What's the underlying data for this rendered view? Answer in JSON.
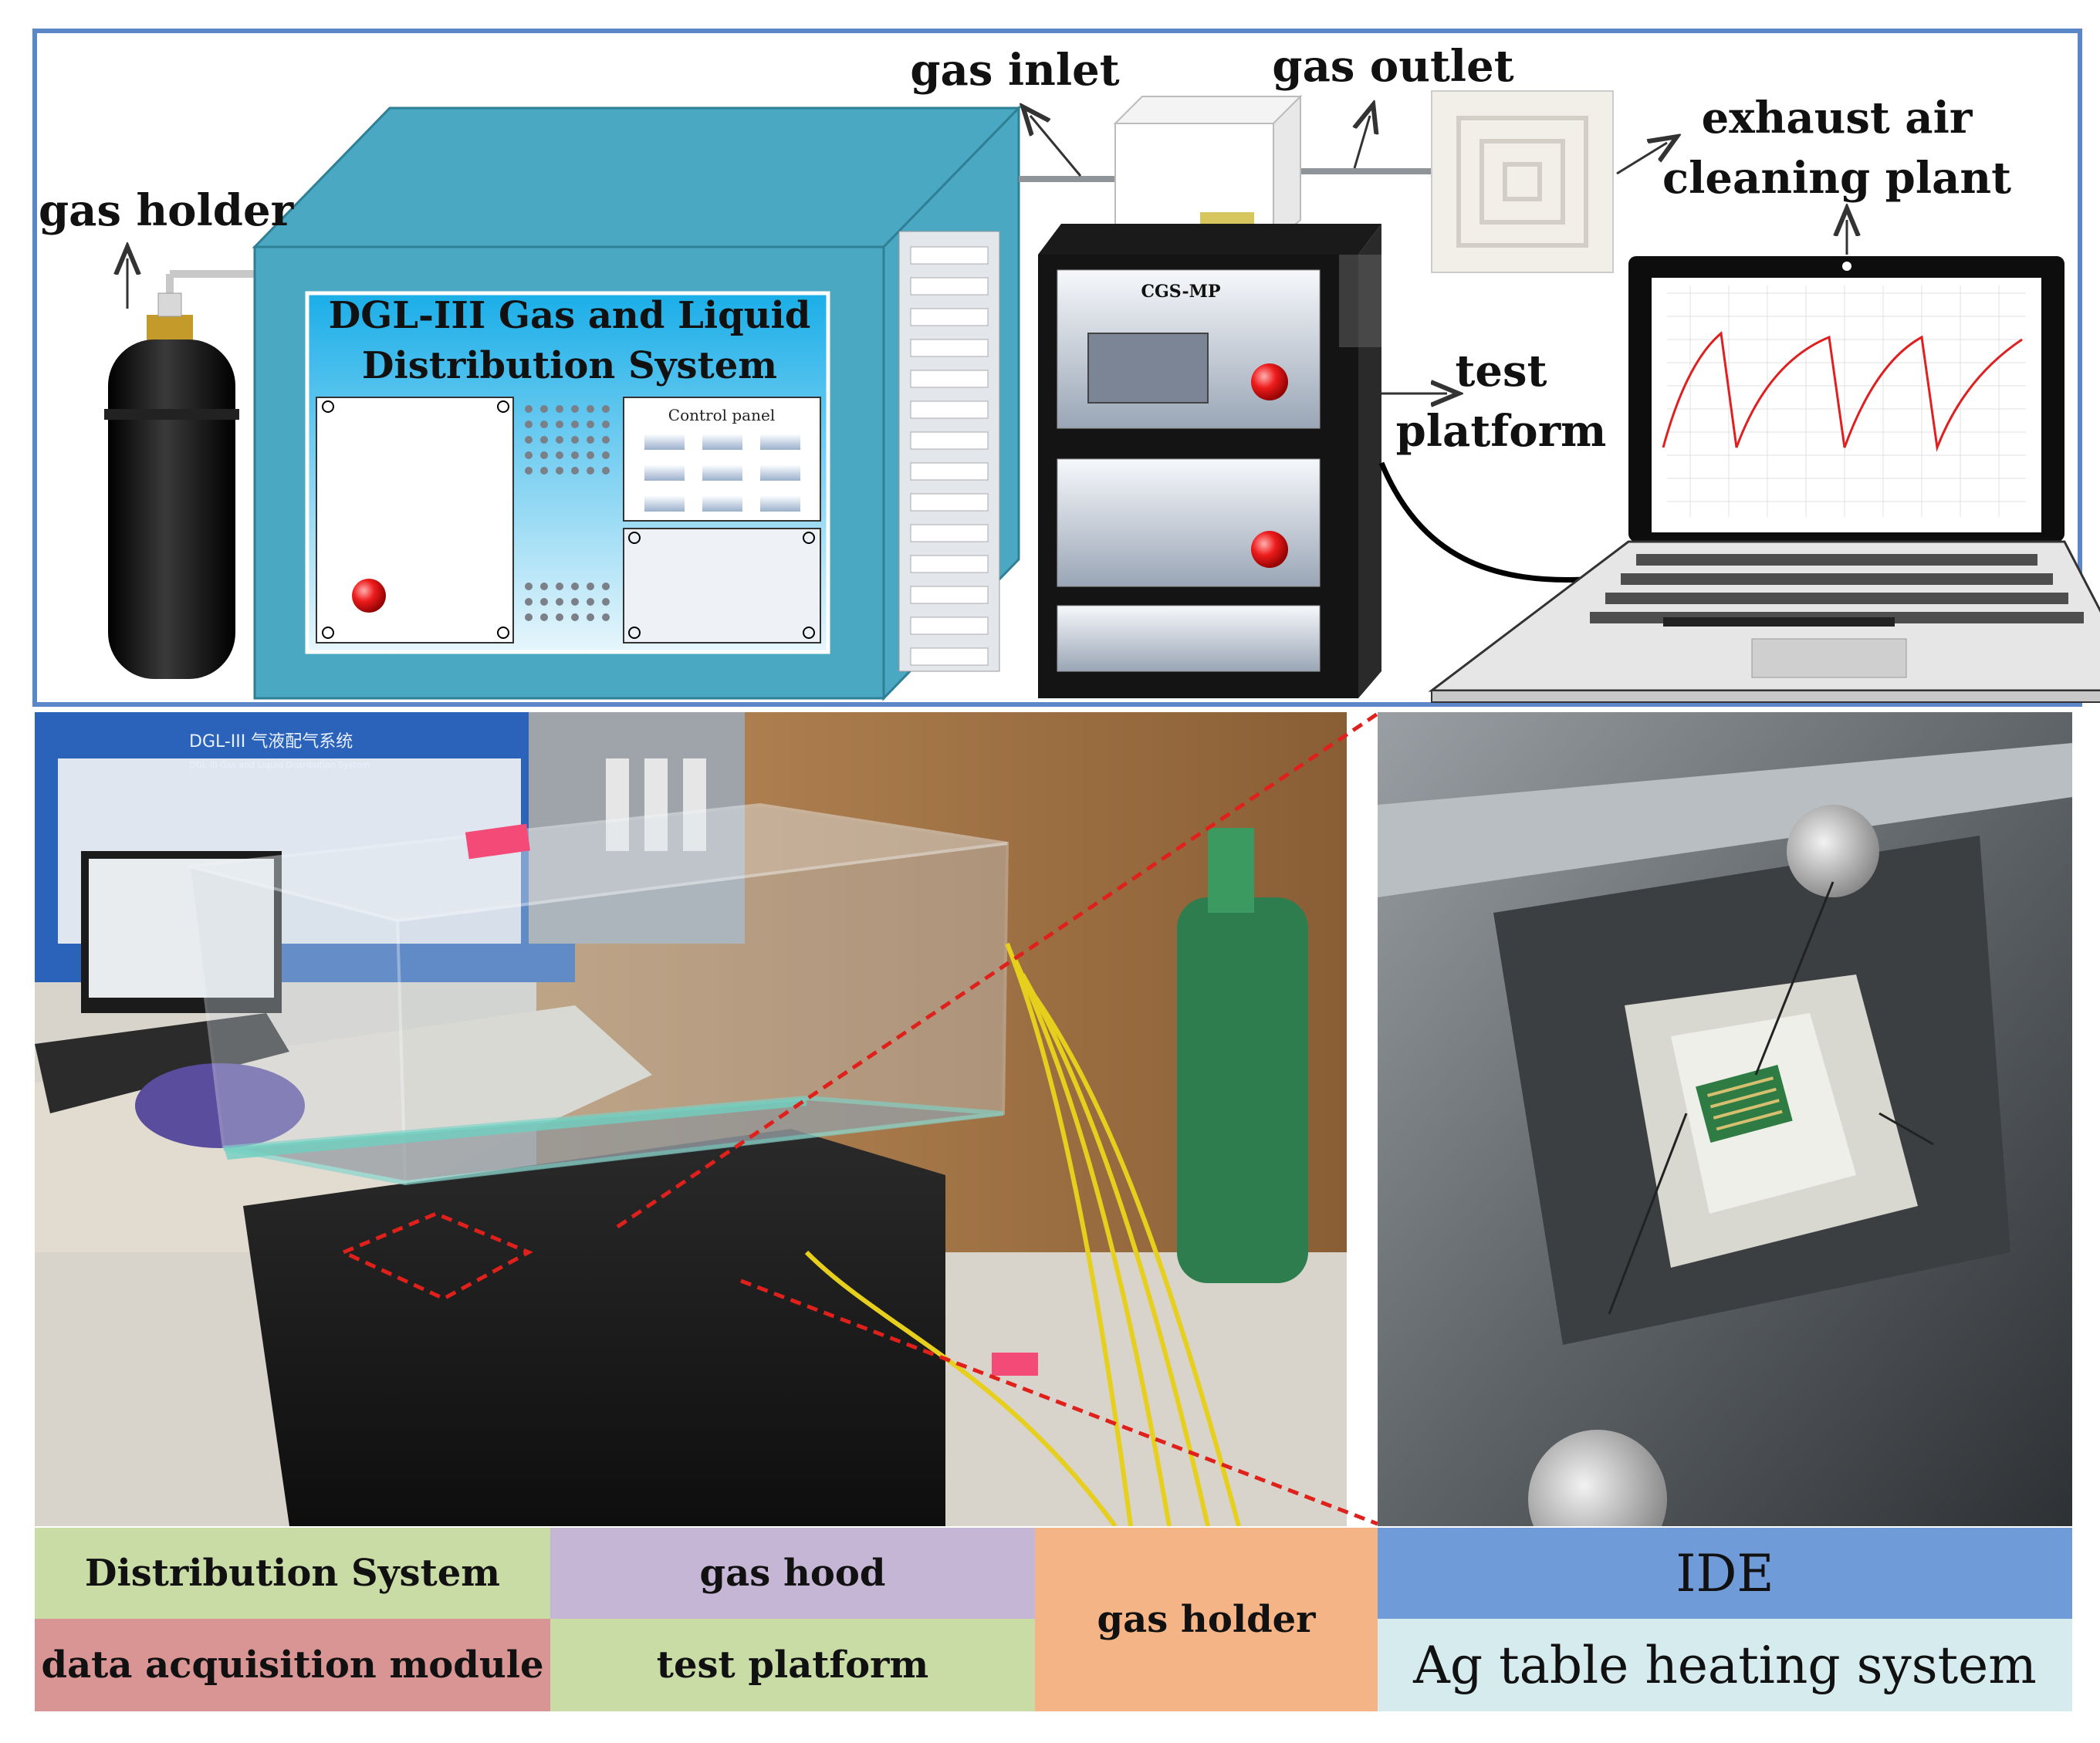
{
  "schematic": {
    "labels": {
      "gas_holder": "gas holder",
      "gas_inlet": "gas inlet",
      "gas_outlet": "gas outlet",
      "exhaust_line1": "exhaust air",
      "exhaust_line2": "cleaning plant",
      "test_line1": "test",
      "test_line2": "platform"
    },
    "distribution_title_line1": "DGL-III Gas and Liquid",
    "distribution_title_line2": "Distribution System",
    "control_panel": "Control panel",
    "cgs_label": "CGS-MP"
  },
  "photos": {
    "left_cabinet_text_line1": "DGL-III 气液配气系统",
    "left_cabinet_text_line2": "DGL-III Gas and Liquid Distribution System"
  },
  "legend": {
    "distribution_system": "Distribution System",
    "gas_hood": "gas hood",
    "gas_holder": "gas holder",
    "ide": "IDE",
    "data_acquisition": "data acquisition module",
    "test_platform": "test platform",
    "ag_table": "Ag table heating system"
  },
  "colors": {
    "frame_blue": "#5b87c9",
    "cabinet_teal": "#4aa8c2",
    "screen_blue": "#2ab0e8",
    "legend_green": "#c9dca6",
    "legend_purple": "#c6b6d6",
    "legend_orange": "#f5b486",
    "legend_blue": "#6f9bd8",
    "legend_light_blue": "#d6ebee",
    "legend_red": "#d99494",
    "dashed_red": "#e0201a"
  }
}
